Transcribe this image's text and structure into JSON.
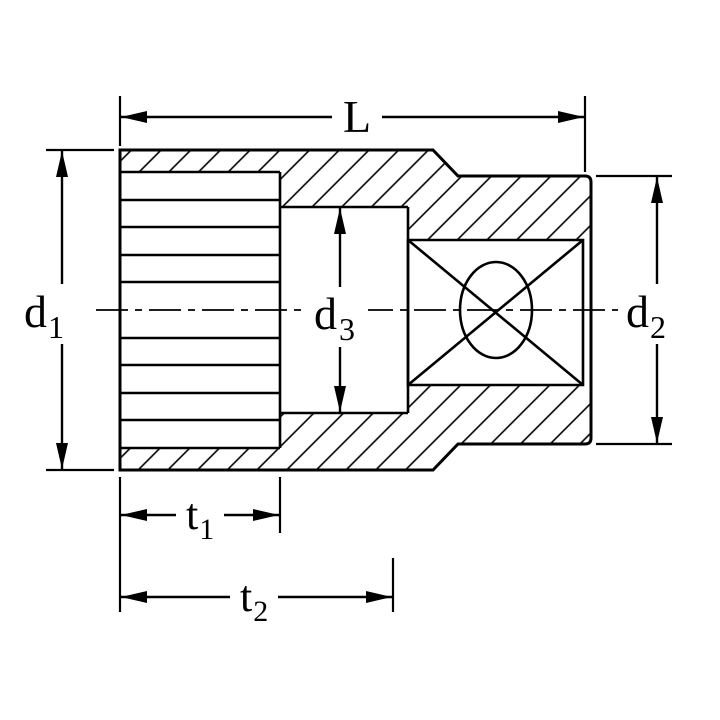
{
  "diagram": {
    "background_color": "#ffffff",
    "line_color": "#000000",
    "labels": {
      "length": {
        "label": "L"
      },
      "d1": {
        "base": "d",
        "sub": "1"
      },
      "d2": {
        "base": "d",
        "sub": "2"
      },
      "d3": {
        "base": "d",
        "sub": "3"
      },
      "t1": {
        "base": "t",
        "sub": "1"
      },
      "t2": {
        "base": "t",
        "sub": "2"
      }
    }
  }
}
